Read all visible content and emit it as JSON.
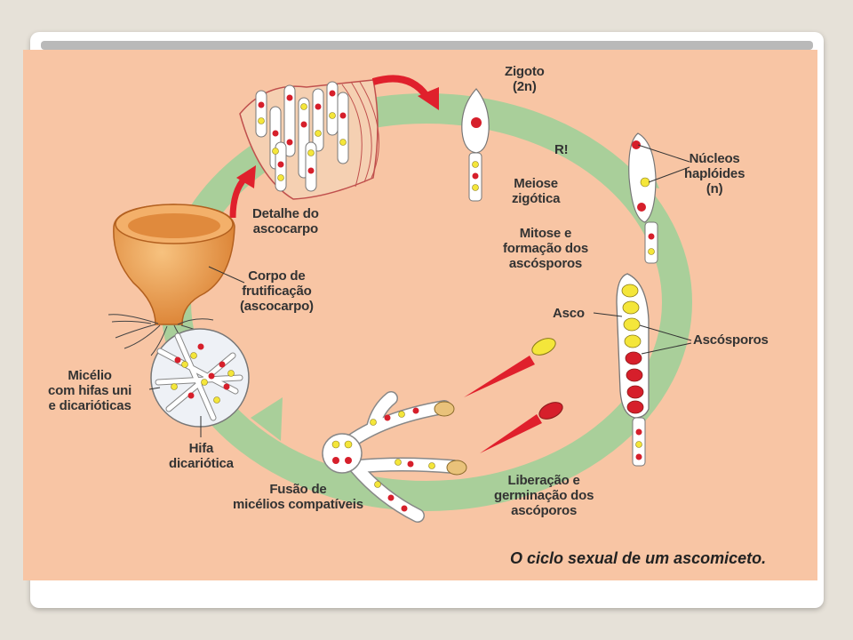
{
  "labels": {
    "zigoto": "Zigoto\n(2n)",
    "r": "R!",
    "meiose": "Meiose\nzigótica",
    "mitose": "Mitose e\nformação dos\nascósporos",
    "nucleos": "Núcleos\nhaplóides\n(n)",
    "asco": "Asco",
    "ascosporos": "Ascósporos",
    "liberacao": "Liberação e\ngerminação dos\nascóporos",
    "fusao": "Fusão de\nmicélios compatíveis",
    "hifa": "Hifa\ndicariótica",
    "micelio": "Micélio\ncom hifas uni\ne dicarióticas",
    "corpo": "Corpo de\nfrutificação\n(ascocarpo)",
    "detalhe": "Detalhe do\nascocarpo"
  },
  "caption": "O ciclo sexual de um ascomiceto.",
  "colors": {
    "background": "#f8c5a4",
    "cycle_arrow": "#a9cf9a",
    "arrow_red": "#e0202c",
    "nucleus_red": "#d61f2b",
    "nucleus_yellow": "#f4e63a",
    "ascocarp": "#f0a35a"
  }
}
